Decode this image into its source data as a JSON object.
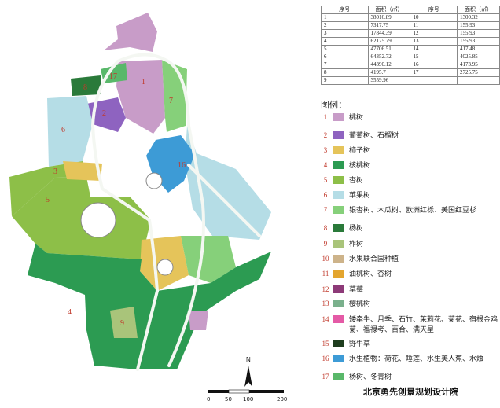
{
  "table": {
    "headers": [
      "序号",
      "面积（㎡）",
      "序号",
      "面积（㎡）"
    ],
    "rows": [
      [
        "1",
        "38016.89",
        "10",
        "1300.32"
      ],
      [
        "2",
        "7317.75",
        "11",
        "155.93"
      ],
      [
        "3",
        "17844.39",
        "12",
        "155.93"
      ],
      [
        "4",
        "62175.79",
        "13",
        "155.93"
      ],
      [
        "5",
        "47706.51",
        "14",
        "417.48"
      ],
      [
        "6",
        "64352.72",
        "15",
        "4025.85"
      ],
      [
        "7",
        "44390.12",
        "16",
        "4173.95"
      ],
      [
        "8",
        "4195.7",
        "17",
        "2725.75"
      ],
      [
        "9",
        "3559.96",
        "",
        ""
      ]
    ]
  },
  "legend_title": "图例：",
  "legend": [
    {
      "no": "1",
      "label": "桃树",
      "color": "#c89cc8"
    },
    {
      "no": "2",
      "label": "葡萄树、石榴树",
      "color": "#8e63c0"
    },
    {
      "no": "3",
      "label": "柿子树",
      "color": "#e5c45a"
    },
    {
      "no": "4",
      "label": "核桃树",
      "color": "#2c9b52"
    },
    {
      "no": "5",
      "label": "杏树",
      "color": "#8dbf48"
    },
    {
      "no": "6",
      "label": "苹果树",
      "color": "#b5dde6"
    },
    {
      "no": "7",
      "label": "银杏树、木瓜树、欧洲红栎、美国红豆杉",
      "color": "#86d07a"
    },
    {
      "no": "8",
      "label": "杨树",
      "color": "#2a7a3a"
    },
    {
      "no": "9",
      "label": "柞树",
      "color": "#a9c47a"
    },
    {
      "no": "10",
      "label": "水果联合国种植",
      "color": "#cdb38a"
    },
    {
      "no": "11",
      "label": "油桃树、杏树",
      "color": "#e3a52e"
    },
    {
      "no": "12",
      "label": "草莓",
      "color": "#8d3a78"
    },
    {
      "no": "13",
      "label": "樱桃树",
      "color": "#7ab08c"
    },
    {
      "no": "14",
      "label": "矮牵牛、月季、石竹、茉莉花、菊花、宿根金鸡菊、福禄考、百合、满天星",
      "color": "#e45aa6"
    },
    {
      "no": "15",
      "label": "野牛草",
      "color": "#1e3d1e"
    },
    {
      "no": "16",
      "label": "水生植物：荷花、睡莲、水生美人蕉、水烛",
      "color": "#3d9bd6"
    },
    {
      "no": "17",
      "label": "杨树、冬青树",
      "color": "#59b86a"
    }
  ],
  "map": {
    "zones": [
      {
        "no": "1",
        "fill": "#c89cc8"
      },
      {
        "no": "2",
        "fill": "#8e63c0"
      },
      {
        "no": "3",
        "fill": "#e5c45a"
      },
      {
        "no": "4",
        "fill": "#2c9b52"
      },
      {
        "no": "5",
        "fill": "#8dbf48"
      },
      {
        "no": "6",
        "fill": "#b5dde6"
      },
      {
        "no": "7",
        "fill": "#86d07a"
      },
      {
        "no": "8",
        "fill": "#2a7a3a"
      },
      {
        "no": "9",
        "fill": "#a9c47a"
      },
      {
        "no": "16",
        "fill": "#3d9bd6"
      },
      {
        "no": "17",
        "fill": "#59b86a"
      }
    ],
    "north": "N",
    "scale_labels": [
      "0",
      "50",
      "100",
      "200"
    ]
  },
  "credit": "北京勇先创景规划设计院"
}
